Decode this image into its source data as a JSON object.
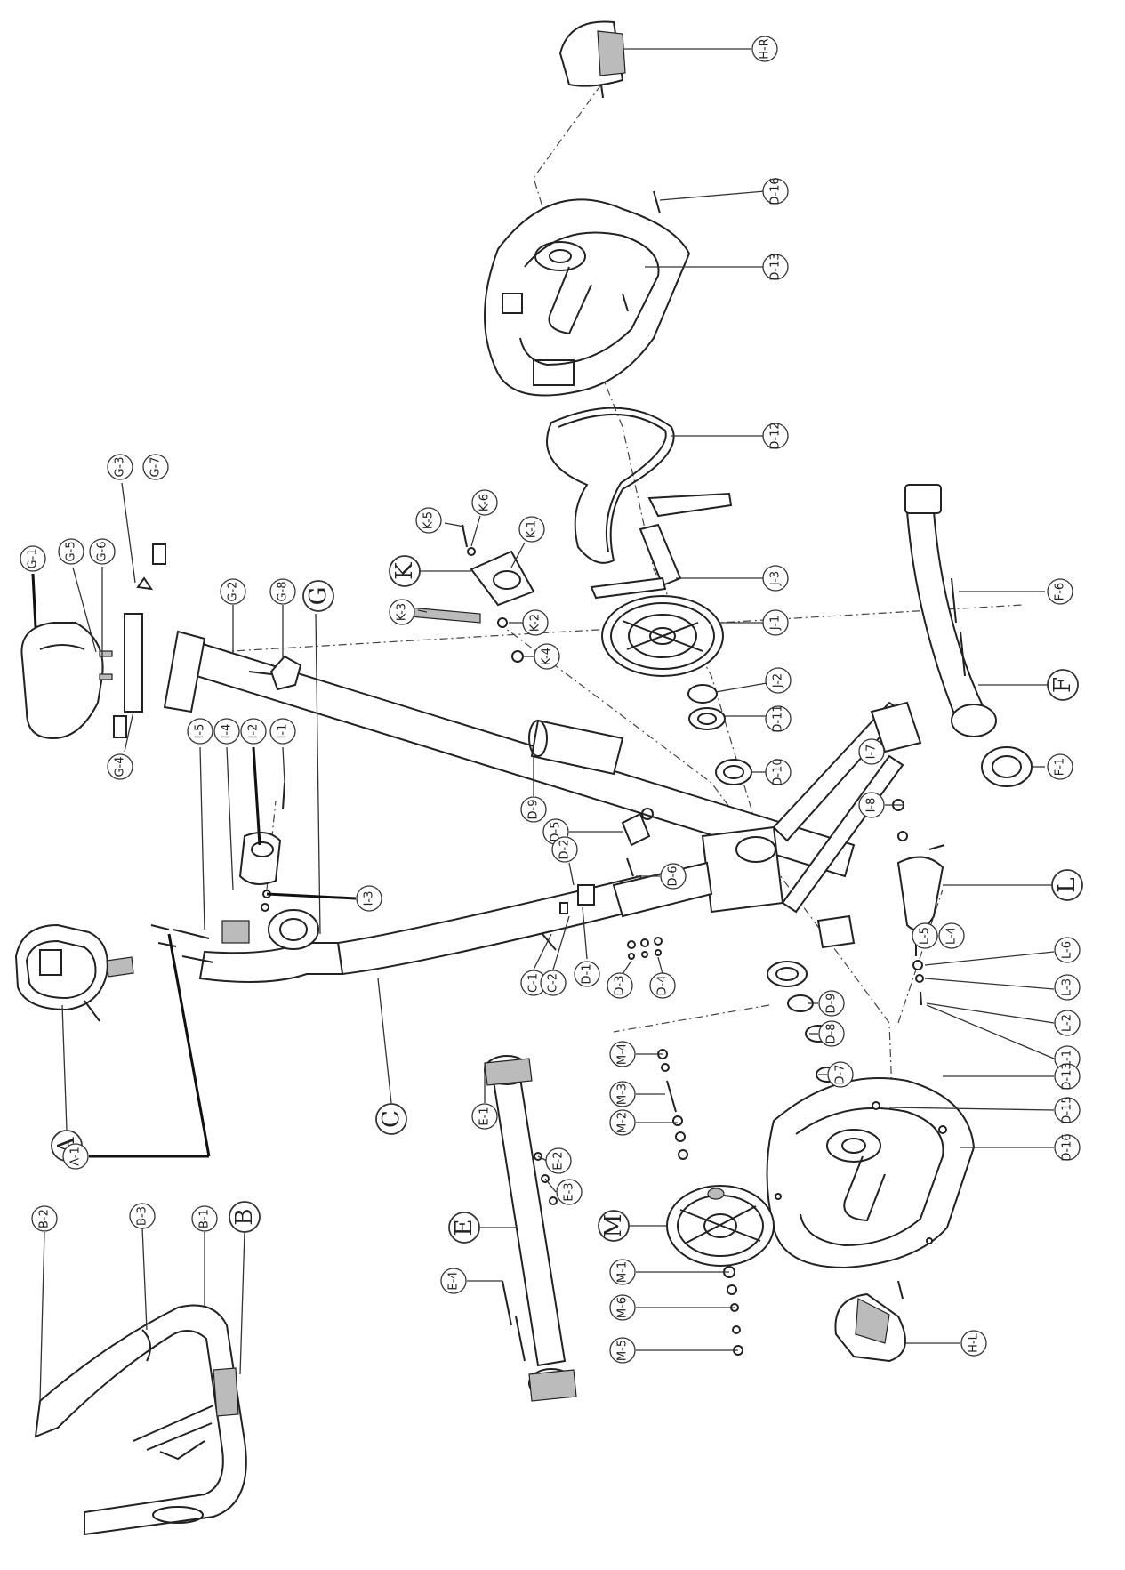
{
  "labels": [
    {
      "id": "H-R",
      "text": "H-R"
    },
    {
      "id": "D-16a",
      "text": "D-16"
    },
    {
      "id": "D-13a",
      "text": "D-13"
    },
    {
      "id": "D-12",
      "text": "D-12"
    },
    {
      "id": "J-3",
      "text": "J-3"
    },
    {
      "id": "J-1",
      "text": "J-1"
    },
    {
      "id": "J-2",
      "text": "J-2"
    },
    {
      "id": "D-11",
      "text": "D-11"
    },
    {
      "id": "D-10",
      "text": "D-10"
    },
    {
      "id": "K-5",
      "text": "K-5"
    },
    {
      "id": "K-6",
      "text": "K-6"
    },
    {
      "id": "K-1",
      "text": "K-1"
    },
    {
      "id": "K",
      "text": "K"
    },
    {
      "id": "K-3",
      "text": "K-3"
    },
    {
      "id": "K-2",
      "text": "K-2"
    },
    {
      "id": "K-4",
      "text": "K-4"
    },
    {
      "id": "G-1",
      "text": "G-1"
    },
    {
      "id": "G-5",
      "text": "G-5"
    },
    {
      "id": "G-6",
      "text": "G-6"
    },
    {
      "id": "G-3",
      "text": "G-3"
    },
    {
      "id": "G-7",
      "text": "G-7"
    },
    {
      "id": "G-4",
      "text": "G-4"
    },
    {
      "id": "G-2",
      "text": "G-2"
    },
    {
      "id": "G-8",
      "text": "G-8"
    },
    {
      "id": "G",
      "text": "G"
    },
    {
      "id": "I-5",
      "text": "I-5"
    },
    {
      "id": "I-4",
      "text": "I-4"
    },
    {
      "id": "I-2",
      "text": "I-2"
    },
    {
      "id": "I-1",
      "text": "I-1"
    },
    {
      "id": "I-3",
      "text": "I-3"
    },
    {
      "id": "D-9",
      "text": "D-9"
    },
    {
      "id": "D-5",
      "text": "D-5"
    },
    {
      "id": "D-6",
      "text": "D-6"
    },
    {
      "id": "D-2",
      "text": "D-2"
    },
    {
      "id": "D-1",
      "text": "D-1"
    },
    {
      "id": "F-6",
      "text": "F-6"
    },
    {
      "id": "F",
      "text": "F"
    },
    {
      "id": "F-1",
      "text": "F-1"
    },
    {
      "id": "I-7",
      "text": "I-7"
    },
    {
      "id": "I-8",
      "text": "I-8"
    },
    {
      "id": "L",
      "text": "L"
    },
    {
      "id": "L-5",
      "text": "L-5"
    },
    {
      "id": "L-4",
      "text": "L-4"
    },
    {
      "id": "L-6",
      "text": "L-6"
    },
    {
      "id": "L-3",
      "text": "L-3"
    },
    {
      "id": "L-2",
      "text": "L-2"
    },
    {
      "id": "L-1",
      "text": "L-1"
    },
    {
      "id": "D-9b",
      "text": "D-9"
    },
    {
      "id": "D-8",
      "text": "D-8"
    },
    {
      "id": "D-7",
      "text": "D-7"
    },
    {
      "id": "D-13b",
      "text": "D-13"
    },
    {
      "id": "D-15",
      "text": "D-15"
    },
    {
      "id": "D-16b",
      "text": "D-16"
    },
    {
      "id": "C-1",
      "text": "C-1"
    },
    {
      "id": "C-2",
      "text": "C-2"
    },
    {
      "id": "D-3",
      "text": "D-3"
    },
    {
      "id": "D-4",
      "text": "D-4"
    },
    {
      "id": "C",
      "text": "C"
    },
    {
      "id": "A",
      "text": "A"
    },
    {
      "id": "A-1",
      "text": "A-1"
    },
    {
      "id": "E-1",
      "text": "E-1"
    },
    {
      "id": "E",
      "text": "E"
    },
    {
      "id": "E-4",
      "text": "E-4"
    },
    {
      "id": "E-2",
      "text": "E-2"
    },
    {
      "id": "E-3",
      "text": "E-3"
    },
    {
      "id": "M-4",
      "text": "M-4"
    },
    {
      "id": "M-3",
      "text": "M-3"
    },
    {
      "id": "M-2",
      "text": "M-2"
    },
    {
      "id": "M",
      "text": "M"
    },
    {
      "id": "M-1",
      "text": "M-1"
    },
    {
      "id": "M-6",
      "text": "M-6"
    },
    {
      "id": "M-5",
      "text": "M-5"
    },
    {
      "id": "H-L",
      "text": "H-L"
    },
    {
      "id": "B-2",
      "text": "B-2"
    },
    {
      "id": "B-3",
      "text": "B-3"
    },
    {
      "id": "B-1",
      "text": "B-1"
    },
    {
      "id": "B",
      "text": "B"
    }
  ]
}
